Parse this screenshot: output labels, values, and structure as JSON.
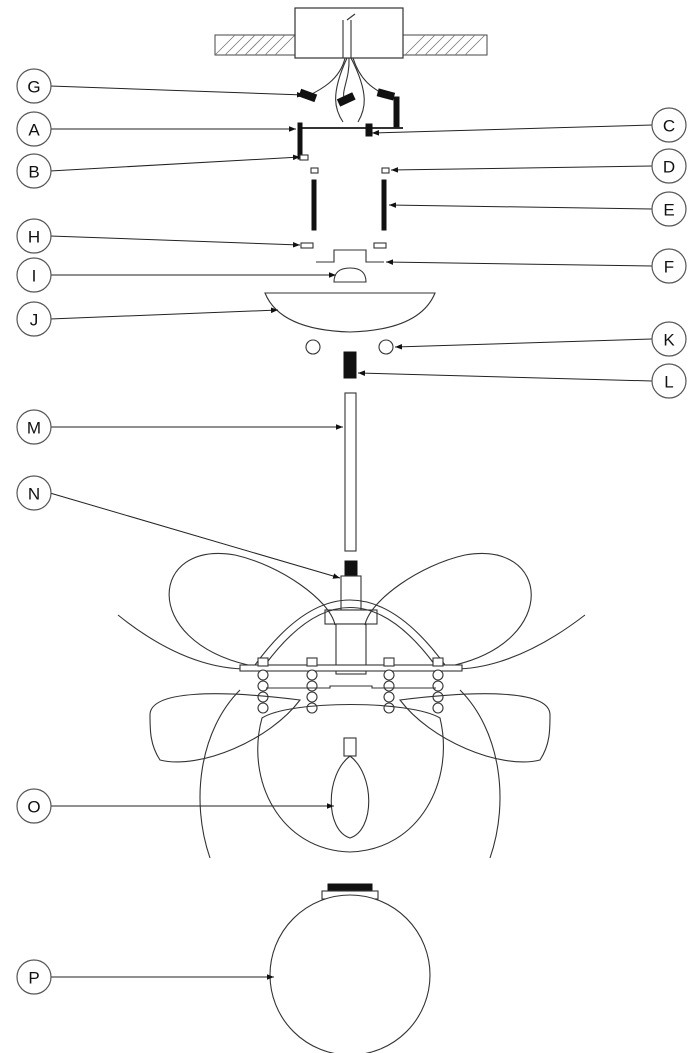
{
  "labels": {
    "A": "A",
    "B": "B",
    "C": "C",
    "D": "D",
    "E": "E",
    "F": "F",
    "G": "G",
    "H": "H",
    "I": "I",
    "J": "J",
    "K": "K",
    "L": "L",
    "M": "M",
    "N": "N",
    "O": "O",
    "P": "P"
  }
}
